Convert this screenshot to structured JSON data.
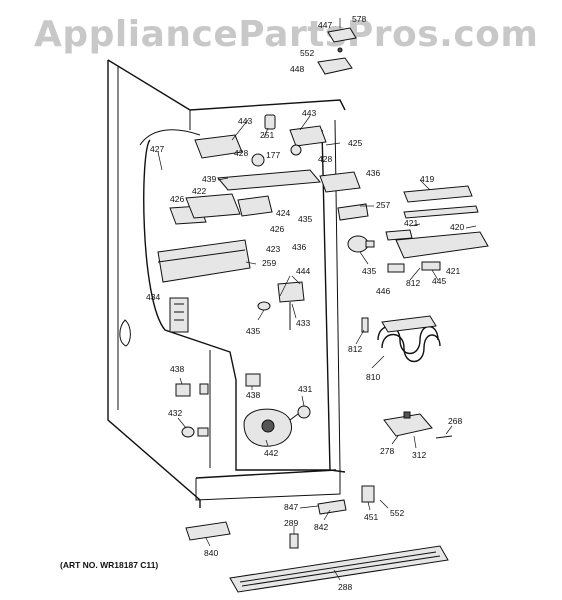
{
  "watermark": "AppliancePartsPros.com",
  "art_number": "(ART NO. WR18187 C11)",
  "callouts": {
    "c578": "578",
    "c447": "447",
    "c552a": "552",
    "c448": "448",
    "c443a": "443",
    "c443b": "443",
    "c251": "251",
    "c425": "425",
    "c427": "427",
    "c428a": "428",
    "c177": "177",
    "c428b": "428",
    "c436a": "436",
    "c439": "439",
    "c422": "422",
    "c426a": "426",
    "c424": "424",
    "c426b": "426",
    "c435a": "435",
    "c257": "257",
    "c436b": "436",
    "c423": "423",
    "c419": "419",
    "c421a": "421",
    "c420": "420",
    "c421b": "421",
    "c259": "259",
    "c444": "444",
    "c434": "434",
    "c435b": "435",
    "c433": "433",
    "c446": "446",
    "c812a": "812",
    "c445": "445",
    "c435c": "435",
    "c812b": "812",
    "c810": "810",
    "c438a": "438",
    "c438b": "438",
    "c431": "431",
    "c432": "432",
    "c442": "442",
    "c268": "268",
    "c278": "278",
    "c312": "312",
    "c847": "847",
    "c842": "842",
    "c289": "289",
    "c451": "451",
    "c552b": "552",
    "c840": "840",
    "c288": "288"
  }
}
